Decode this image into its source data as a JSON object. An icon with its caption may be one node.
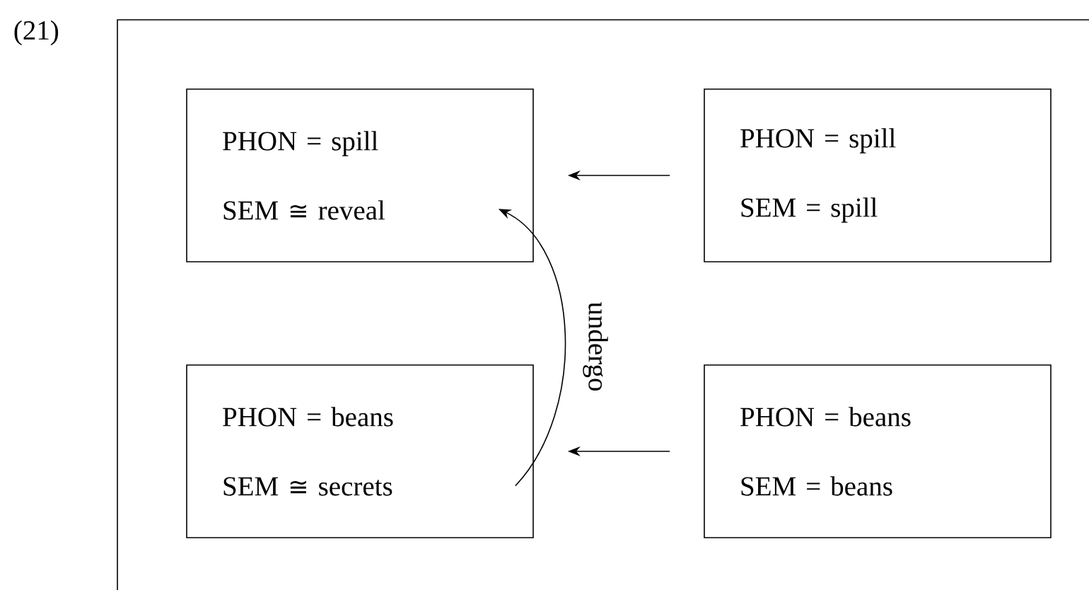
{
  "diagram": {
    "nodes": [
      {
        "text": [
          "PHON = spill",
          "SEM ≅ reveal"
        ]
      },
      {
        "text": [
          "PHON = spill",
          "SEM = spill"
        ]
      },
      {
        "text": [
          "PHON = beans",
          "SEM ≅ secrets"
        ]
      },
      {
        "text": [
          "PHON = beans",
          "SEM = beans"
        ]
      }
    ],
    "edges": [
      {
        "from": 1,
        "to": 0,
        "arrow": "to"
      },
      {
        "from": 2,
        "to": 0,
        "arrow": "to",
        "label": "undergo"
      },
      {
        "from": 3,
        "to": 2,
        "arrow": "to"
      }
    ],
    "labels": [
      "(21)"
    ]
  }
}
